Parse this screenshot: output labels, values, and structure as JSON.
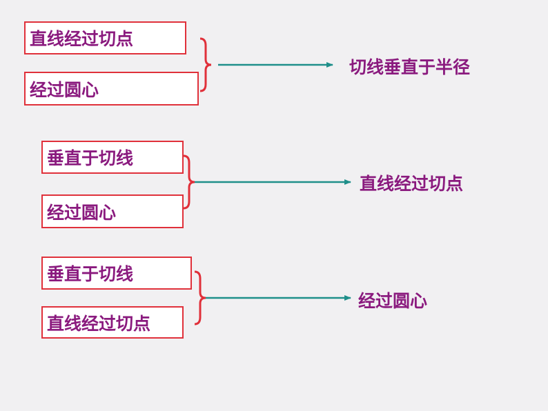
{
  "groups": [
    {
      "conditions": [
        "直线经过切点",
        "经过圆心"
      ],
      "conclusion": "切线垂直于半径"
    },
    {
      "conditions": [
        "垂直于切线",
        "经过圆心"
      ],
      "conclusion": "直线经过切点"
    },
    {
      "conditions": [
        "垂直于切线",
        "直线经过切点"
      ],
      "conclusion": "经过圆心"
    }
  ],
  "colors": {
    "box_border": "#e0303a",
    "text": "#8a1a7e",
    "arrow": "#1f8f8a",
    "brace": "#e0303a",
    "background": "#f1f0f2"
  }
}
